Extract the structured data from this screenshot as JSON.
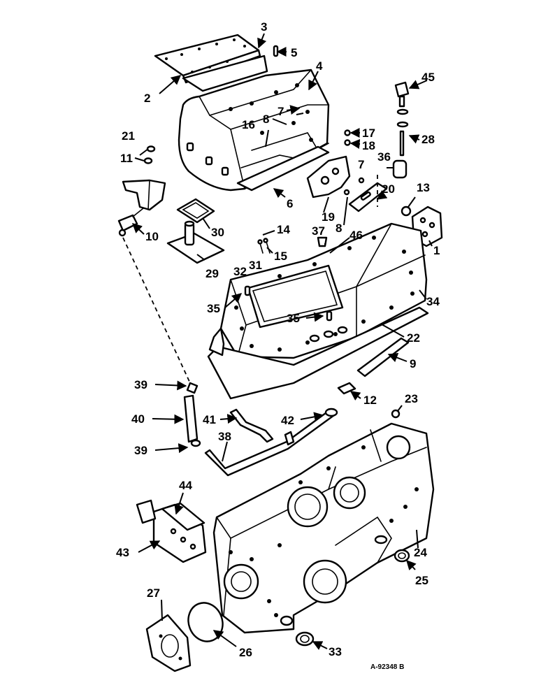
{
  "figure_ref": "A-92348 B",
  "callouts": [
    "1",
    "2",
    "3",
    "4",
    "5",
    "6",
    "7",
    "8",
    "9",
    "10",
    "11",
    "12",
    "13",
    "14",
    "15",
    "16",
    "17",
    "18",
    "19",
    "20",
    "21",
    "22",
    "23",
    "24",
    "25",
    "26",
    "27",
    "28",
    "29",
    "30",
    "31",
    "32",
    "33",
    "34",
    "35",
    "36",
    "37",
    "39",
    "40",
    "41",
    "42",
    "43",
    "44",
    "45",
    "46",
    "38"
  ],
  "colors": {
    "ink": "#000000",
    "paper": "#ffffff"
  }
}
